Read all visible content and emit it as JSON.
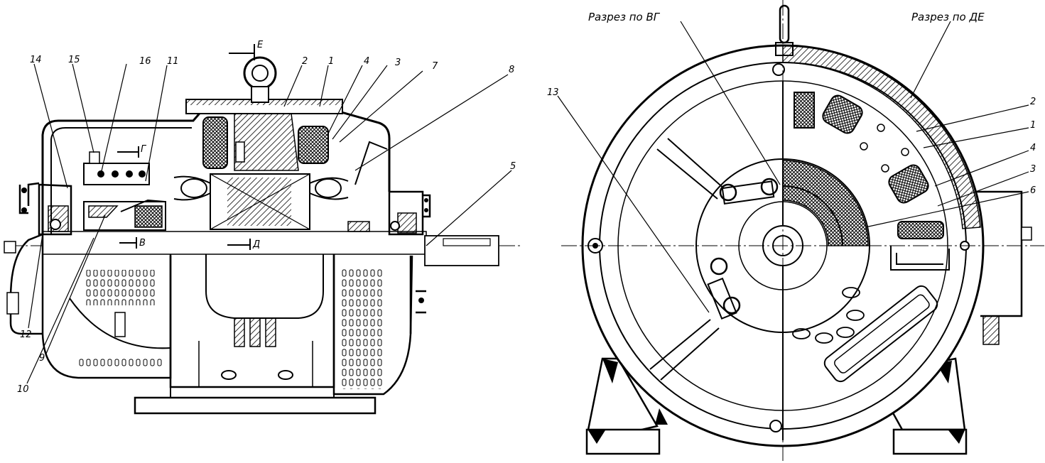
{
  "section_labels": {
    "vg": "Разрез по ВГ",
    "de": "Разрез по ДЕ"
  },
  "cut_marks": {
    "e": "Е",
    "g": "Г",
    "v": "В",
    "d": "Д"
  },
  "callouts": [
    "14",
    "15",
    "16",
    "11",
    "2",
    "1",
    "4",
    "3",
    "7",
    "8",
    "5",
    "12",
    "9",
    "10",
    "13",
    "2",
    "1",
    "4",
    "3",
    "6"
  ]
}
